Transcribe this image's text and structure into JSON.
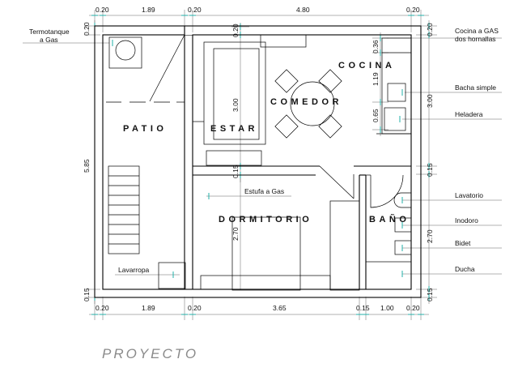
{
  "dimensions": {
    "top": [
      "0.20",
      "1.89",
      "0.20",
      "4.80",
      "0.20"
    ],
    "bottom": [
      "0.20",
      "1.89",
      "0.20",
      "3.65",
      "0.15",
      "1.00",
      "0.20"
    ],
    "left": [
      "0.20",
      "5.85",
      "0.15"
    ],
    "right": [
      "0.20",
      "3.00",
      "0.15",
      "2.70",
      "0.15"
    ],
    "inner": {
      "estar_top": "0.20",
      "estar_height": "3.00",
      "middle_wall": "0.15",
      "dormitorio_height": "2.70",
      "cocina_a": "0.36",
      "cocina_b": "1.19",
      "cocina_c": "0.65"
    }
  },
  "rooms": {
    "patio": "PATIO",
    "estar": "ESTAR",
    "comedor": "COMEDOR",
    "cocina": "COCINA",
    "dormitorio": "DORMITORIO",
    "bano": "BAÑO"
  },
  "annotations": {
    "termotanque_1": "Termotanque",
    "termotanque_2": "a Gas",
    "cocina_gas_1": "Cocina a GAS",
    "cocina_gas_2": "dos hornallas",
    "bacha": "Bacha simple",
    "heladera": "Heladera",
    "estufa": "Estufa a Gas",
    "lavatorio": "Lavatorio",
    "inodoro": "Inodoro",
    "bidet": "Bidet",
    "ducha": "Ducha",
    "lavarropa": "Lavarropa"
  },
  "title": "PROYECTO"
}
